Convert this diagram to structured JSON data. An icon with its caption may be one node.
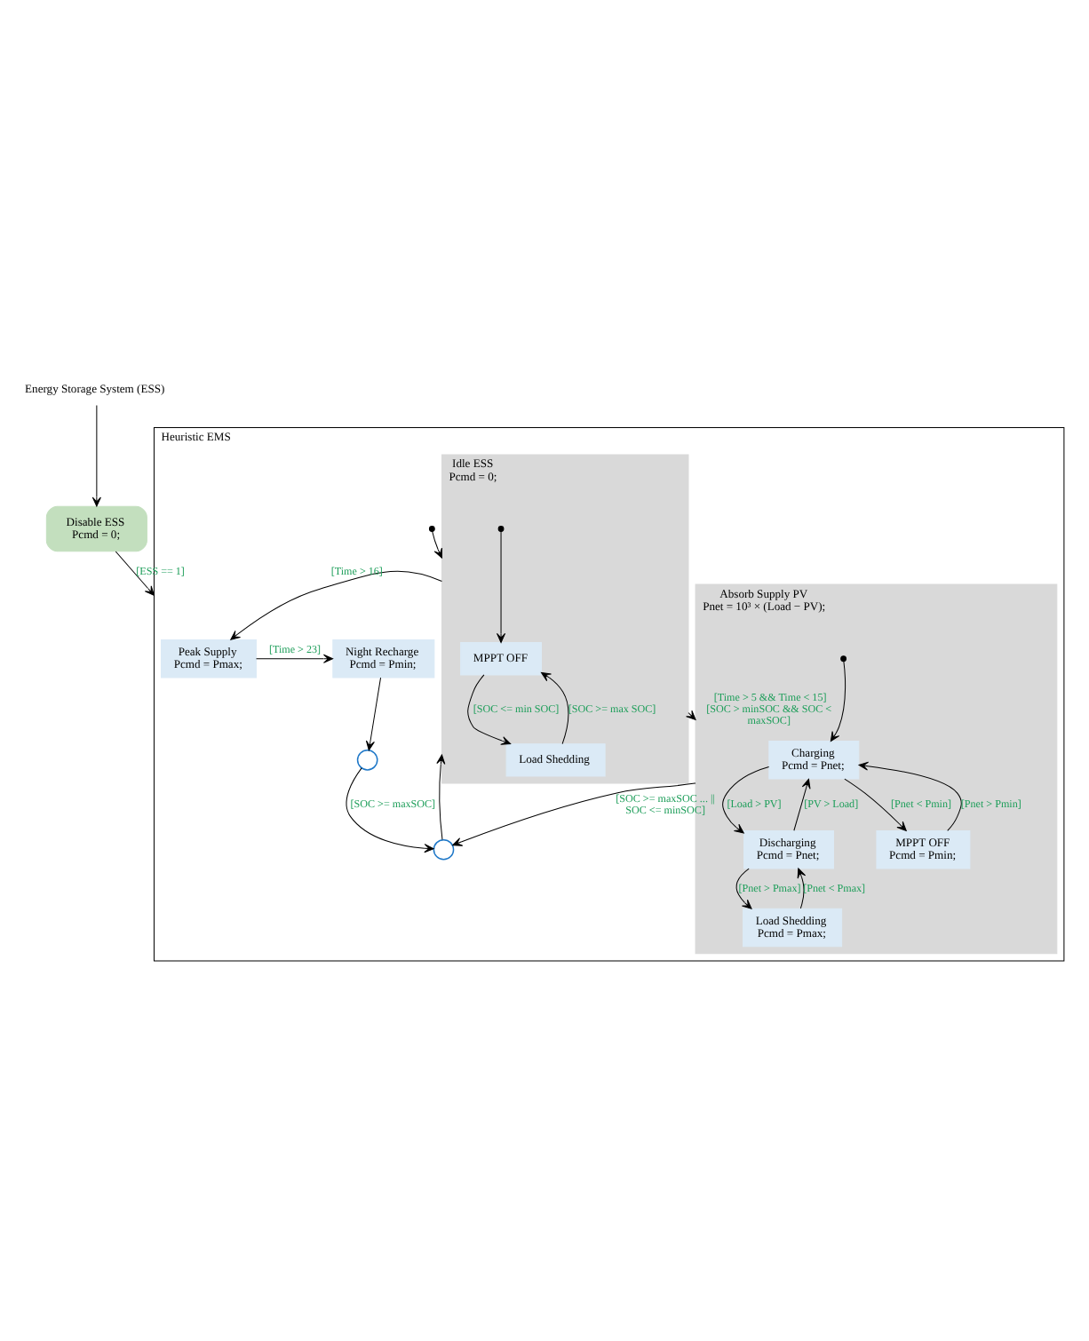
{
  "diagram": {
    "nodes": [
      {
        "text": [
          "Energy Storage System (ESS)"
        ]
      },
      {
        "text": [
          "Disable ESS",
          "Pcmd = 0;"
        ]
      },
      {
        "text": [
          "Heuristic EMS"
        ]
      },
      {
        "text": [
          "Idle ESS",
          "Pcmd = 0;"
        ],
        "in": 2
      },
      {
        "text": [
          "MPPT OFF"
        ],
        "in": 3
      },
      {
        "text": [
          "Load Shedding"
        ],
        "in": 3
      },
      {
        "text": [
          "Peak Supply",
          "Pcmd = Pmax;"
        ],
        "in": 2
      },
      {
        "text": [
          "Night Recharge",
          "Pcmd = Pmin;"
        ],
        "in": 2
      },
      {
        "text": [],
        "shape": "circle",
        "in": 2
      },
      {
        "text": [],
        "shape": "circle",
        "in": 2
      },
      {
        "text": [
          "Absorb Supply PV",
          "Pnet = 10³ × (Load − PV);"
        ],
        "in": 2
      },
      {
        "text": [
          "Charging",
          "Pcmd = Pnet;"
        ],
        "in": 10
      },
      {
        "text": [
          "Discharging",
          "Pcmd = Pnet;"
        ],
        "in": 10
      },
      {
        "text": [
          "MPPT OFF",
          "Pcmd = Pmin;"
        ],
        "in": 10
      },
      {
        "text": [
          "Load Shedding",
          "Pcmd = Pmax;"
        ],
        "in": 10
      }
    ],
    "edges": [
      {
        "from": 0,
        "to": 1,
        "arrow": "to"
      },
      {
        "from": 1,
        "to": 2,
        "arrow": "to",
        "label": "[ESS == 1]"
      },
      {
        "from": null,
        "to": 3,
        "arrow": "to"
      },
      {
        "from": null,
        "to": 4,
        "arrow": "to"
      },
      {
        "from": 4,
        "to": 5,
        "arrow": "to",
        "label": "[SOC <= min SOC]"
      },
      {
        "from": 5,
        "to": 4,
        "arrow": "to",
        "label": "[SOC >= max SOC]"
      },
      {
        "from": 3,
        "to": 6,
        "arrow": "to",
        "label": "[Time > 16]"
      },
      {
        "from": 6,
        "to": 7,
        "arrow": "to",
        "label": "[Time > 23]"
      },
      {
        "from": 7,
        "to": 8,
        "arrow": "to"
      },
      {
        "from": 8,
        "to": 9,
        "arrow": "to",
        "label": "[SOC >= maxSOC]"
      },
      {
        "from": 9,
        "to": 3,
        "arrow": "to"
      },
      {
        "from": 10,
        "to": 9,
        "arrow": "to",
        "label": "[SOC >= maxSOC ... || SOC <= minSOC]"
      },
      {
        "from": 3,
        "to": 10,
        "arrow": "to",
        "label": "[Time > 5 && Time < 15] [SOC > minSOC && SOC < maxSOC]"
      },
      {
        "from": null,
        "to": 11,
        "arrow": "to"
      },
      {
        "from": 11,
        "to": 12,
        "arrow": "to",
        "label": "[Load > PV]"
      },
      {
        "from": 12,
        "to": 11,
        "arrow": "to",
        "label": "[PV > Load]"
      },
      {
        "from": 11,
        "to": 13,
        "arrow": "to",
        "label": "[Pnet < Pmin]"
      },
      {
        "from": 13,
        "to": 11,
        "arrow": "to",
        "label": "[Pnet > Pmin]"
      },
      {
        "from": 12,
        "to": 14,
        "arrow": "to",
        "label": "[Pnet > Pmax]"
      },
      {
        "from": 14,
        "to": 12,
        "arrow": "to",
        "label": "[Pnet < Pmax]"
      }
    ]
  }
}
